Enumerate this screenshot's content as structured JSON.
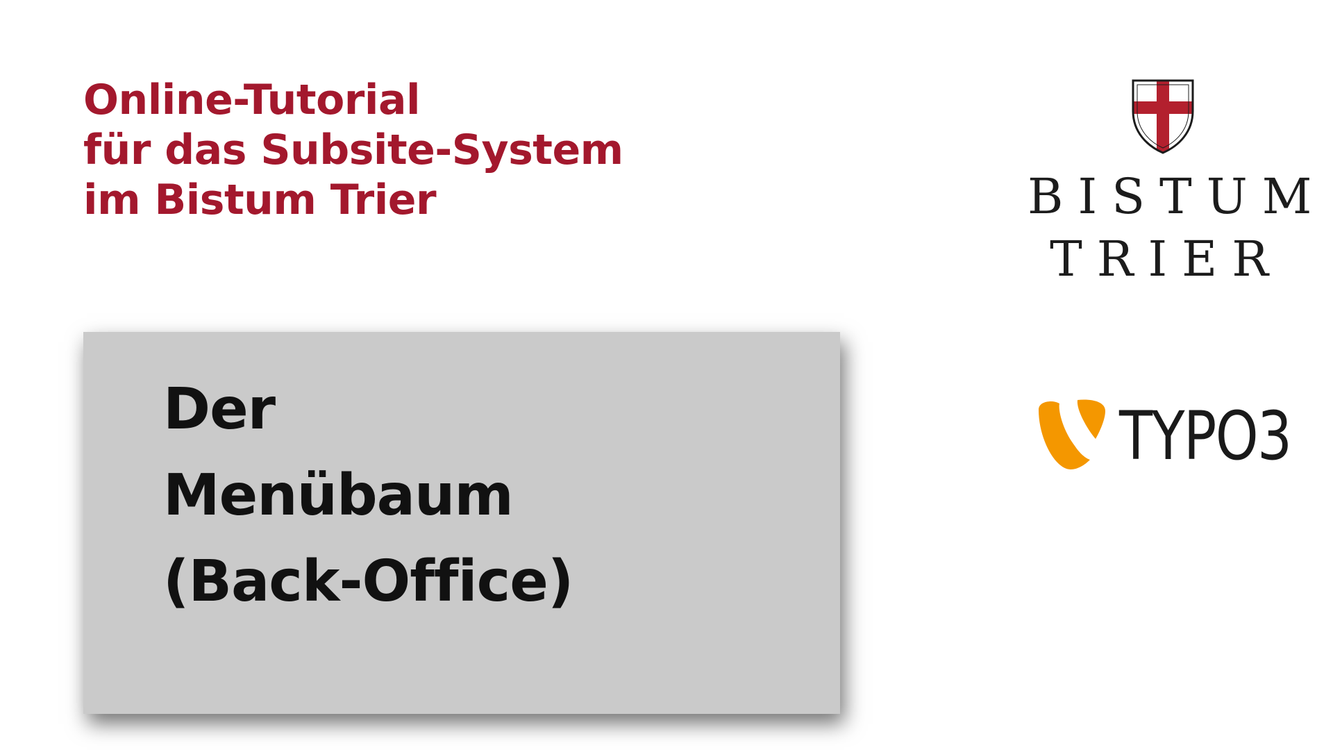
{
  "heading": {
    "lines": [
      "Online-Tutorial",
      "für das Subsite-System",
      "im Bistum Trier"
    ]
  },
  "title_card": {
    "lines": [
      "Der",
      "Menübaum",
      "(Back-Office)"
    ]
  },
  "logos": {
    "bistum": {
      "icon": "shield-cross-icon",
      "line1": "BISTUM",
      "line2": "TRIER"
    },
    "typo3": {
      "icon": "typo3-mark-icon",
      "text": "TYPO3"
    }
  },
  "colors": {
    "heading": "#a3182d",
    "card": "#cacaca",
    "shield_red": "#b3202e",
    "typo3_orange": "#f49700",
    "text_dark": "#111111"
  }
}
